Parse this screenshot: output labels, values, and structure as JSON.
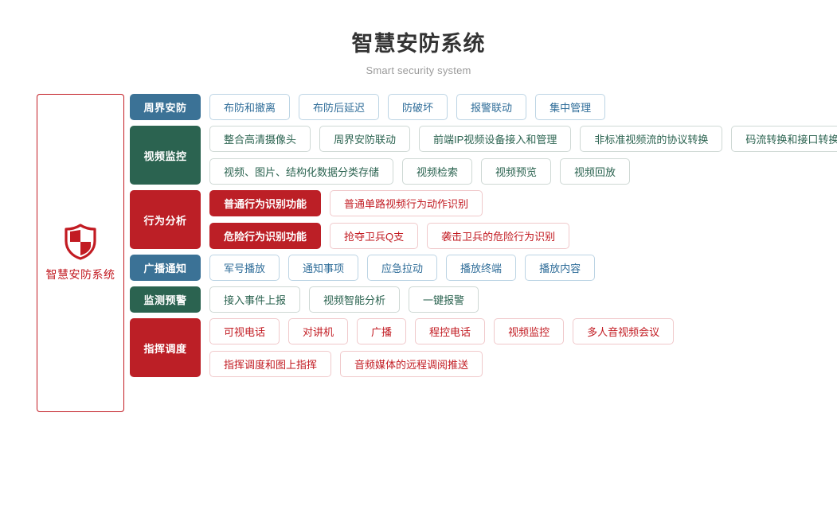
{
  "header": {
    "title": "智慧安防系统",
    "subtitle": "Smart security system"
  },
  "sidebar": {
    "icon": "shield-icon",
    "label": "智慧安防系统",
    "color": "#c21b22"
  },
  "colors": {
    "blue": "#3b7296",
    "green": "#2b6350",
    "red": "#bc1f26",
    "blue_chip_border": "#bcd4e4",
    "green_chip_border": "#ced8d4",
    "red_chip_border": "#f0c9cb",
    "title_color": "#333333",
    "subtitle_color": "#9a9a9a"
  },
  "rows": [
    {
      "category": "周界安防",
      "theme": "blue",
      "lines": [
        [
          "布防和撤离",
          "布防后延迟",
          "防破坏",
          "报警联动",
          "集中管理"
        ]
      ]
    },
    {
      "category": "视频监控",
      "theme": "green",
      "lines": [
        [
          "整合高清摄像头",
          "周界安防联动",
          "前端IP视频设备接入和管理",
          "非标准视频流的协议转换",
          "码流转换和接口转换"
        ],
        [
          "视频、图片、结构化数据分类存储",
          "视频检索",
          "视频预览",
          "视频回放"
        ]
      ]
    },
    {
      "category": "行为分析",
      "theme": "red",
      "lines": [
        [
          "普通行为识别功能",
          "普通单路视频行为动作识别"
        ],
        [
          "危险行为识别功能",
          "抢夺卫兵Q支",
          "袭击卫兵的危险行为识别"
        ]
      ],
      "solid_first": true
    },
    {
      "category": "广播通知",
      "theme": "blue",
      "lines": [
        [
          "军号播放",
          "通知事项",
          "应急拉动",
          "播放终端",
          "播放内容"
        ]
      ]
    },
    {
      "category": "监测预警",
      "theme": "green",
      "lines": [
        [
          "接入事件上报",
          "视频智能分析",
          "一键报警"
        ]
      ]
    },
    {
      "category": "指挥调度",
      "theme": "red",
      "lines": [
        [
          "可视电话",
          "对讲机",
          "广播",
          "程控电话",
          "视频监控",
          "多人音视频会议"
        ],
        [
          "指挥调度和图上指挥",
          "音频媒体的远程调阅推送"
        ]
      ]
    }
  ]
}
